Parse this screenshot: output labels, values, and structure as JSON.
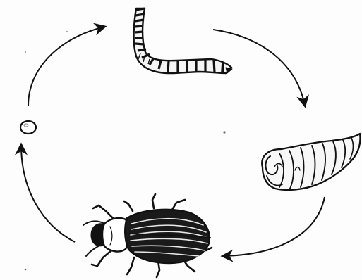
{
  "diagram": {
    "kind": "life-cycle",
    "direction": "clockwise",
    "stages": [
      {
        "id": "egg",
        "icon": "egg-icon"
      },
      {
        "id": "larva",
        "icon": "larva-icon"
      },
      {
        "id": "pupa",
        "icon": "pupa-icon"
      },
      {
        "id": "adult",
        "icon": "beetle-icon"
      }
    ],
    "transitions": [
      {
        "from": "egg",
        "to": "larva"
      },
      {
        "from": "larva",
        "to": "pupa"
      },
      {
        "from": "pupa",
        "to": "adult"
      },
      {
        "from": "adult",
        "to": "egg"
      }
    ],
    "colors": {
      "ink": "#111111",
      "paper": "#fdfdfd",
      "body_fill": "#f4f4f4"
    }
  }
}
